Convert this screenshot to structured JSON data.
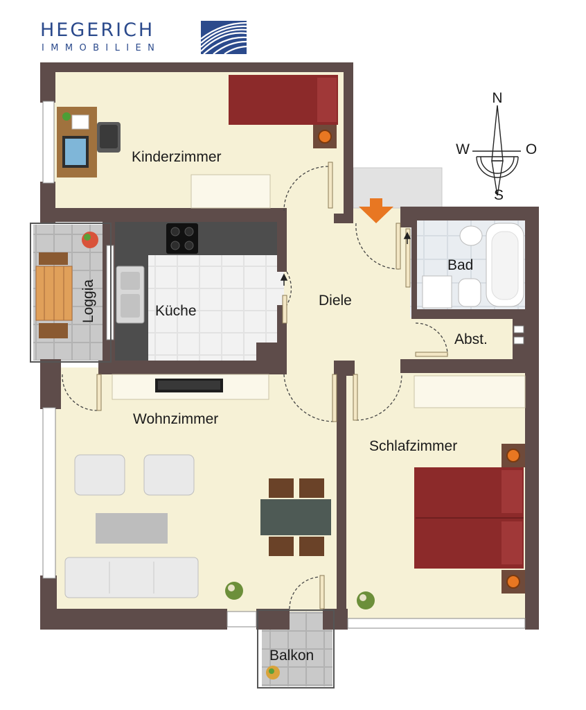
{
  "brand": {
    "name": "HEGERICH",
    "subtitle": "IMMOBILIEN",
    "color": "#2b4a8c"
  },
  "compass": {
    "north": "N",
    "south": "S",
    "east": "O",
    "west": "W"
  },
  "rooms": {
    "kinderzimmer": "Kinderzimmer",
    "kueche": "Küche",
    "loggia": "Loggia",
    "diele": "Diele",
    "bad": "Bad",
    "abst": "Abst.",
    "wohnzimmer": "Wohnzimmer",
    "schlafzimmer": "Schlafzimmer",
    "balkon": "Balkon"
  },
  "colors": {
    "wall": "#5e4c4a",
    "floor": "#f6f1d6",
    "tile": "#e7ecf0",
    "bed": "#8c2a2a",
    "entrance_arrow": "#e87722"
  }
}
